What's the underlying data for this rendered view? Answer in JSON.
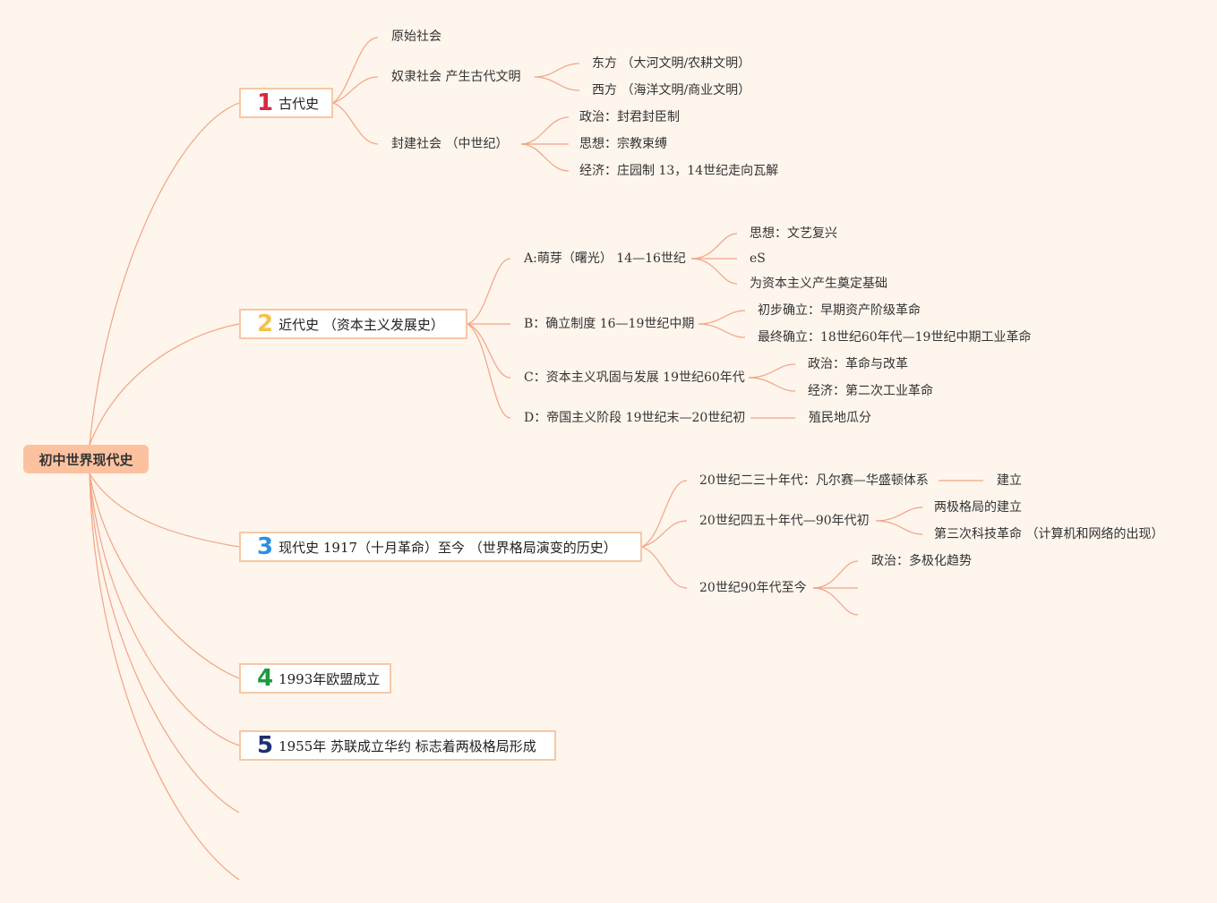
{
  "root": "初中世界现代史",
  "colors": {
    "line": "#f2a486",
    "root_bg": "#fcc29f",
    "box_border": "#f6c8a6",
    "background": "#fef5ec"
  },
  "branches": [
    {
      "num": "1",
      "label": "古代史",
      "num_color": "#d8283f"
    },
    {
      "num": "2",
      "label": "近代史 （资本主义发展史）",
      "num_color": "#f5c343"
    },
    {
      "num": "3",
      "label": "现代史 1917（十月革命）至今 （世界格局演变的历史）",
      "num_color": "#2e8ee8"
    },
    {
      "num": "4",
      "label": "1993年欧盟成立",
      "num_color": "#1c9b3b"
    },
    {
      "num": "5",
      "label": "1955年 苏联成立华约 标志着两极格局形成",
      "num_color": "#1e2f6e"
    }
  ],
  "ancient": {
    "primitive": "原始社会",
    "slave": "奴隶社会 产生古代文明",
    "slave_children": [
      "东方 （大河文明/农耕文明）",
      "西方 （海洋文明/商业文明）"
    ],
    "feudal": "封建社会 （中世纪）",
    "feudal_children": [
      "政治：封君封臣制",
      "思想：宗教束缚",
      "经济：庄园制 13，14世纪走向瓦解"
    ]
  },
  "modern": {
    "a": "A:萌芽（曙光） 14—16世纪",
    "a_children": [
      "思想：文艺复兴",
      "eS",
      "为资本主义产生奠定基础"
    ],
    "b": "B：确立制度 16—19世纪中期",
    "b_children": [
      "初步确立：早期资产阶级革命",
      "最终确立：18世纪60年代—19世纪中期工业革命"
    ],
    "c": "C：资本主义巩固与发展 19世纪60年代",
    "c_children": [
      "政治：革命与改革",
      "经济：第二次工业革命"
    ],
    "d": "D：帝国主义阶段 19世纪末—20世纪初",
    "d_children": [
      "殖民地瓜分"
    ]
  },
  "contemporary": {
    "p1": "20世纪二三十年代：凡尔赛—华盛顿体系",
    "p1_children": [
      "建立"
    ],
    "p2": "20世纪四五十年代—90年代初",
    "p2_children": [
      "两极格局的建立",
      "第三次科技革命 （计算机和网络的出现）"
    ],
    "p3": "20世纪90年代至今",
    "p3_children": [
      "政治：多极化趋势"
    ]
  }
}
